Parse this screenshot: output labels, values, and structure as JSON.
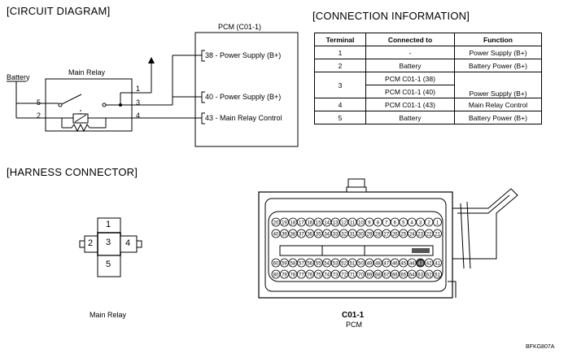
{
  "titles": {
    "circuit": "[CIRCUIT DIAGRAM]",
    "connection": "[CONNECTION INFORMATION]",
    "harness": "[HARNESS CONNECTOR]"
  },
  "circuit": {
    "pcm_title": "PCM (C01-1)",
    "battery_label": "Battery",
    "relay_label": "Main Relay",
    "pcm_pins": [
      "38 - Power Supply (B+)",
      "40 - Power Supply (B+)",
      "43 - Main Relay Control"
    ],
    "relay_pins": [
      "1",
      "3",
      "4",
      "5",
      "2"
    ]
  },
  "table": {
    "headers": [
      "Terminal",
      "Connected to",
      "Function"
    ],
    "rows": [
      {
        "terminal": "1",
        "connected": "-",
        "function": "Power Supply (B+)"
      },
      {
        "terminal": "2",
        "connected": "Battery",
        "function": "Battery Power (B+)"
      },
      {
        "terminal": "3",
        "connected": "PCM C01-1 (38)",
        "connected2": "PCM C01-1 (40)",
        "function": "Power Supply (B+)"
      },
      {
        "terminal": "4",
        "connected": "PCM C01-1 (43)",
        "function": "Main Relay Control"
      },
      {
        "terminal": "5",
        "connected": "Battery",
        "function": "Battery Power (B+)"
      }
    ]
  },
  "harness": {
    "relay_pins": [
      "1",
      "2",
      "3",
      "4",
      "5"
    ],
    "relay_caption": "Main Relay",
    "pcm_code": "C01-1",
    "pcm_caption": "PCM",
    "row1": [
      "20",
      "19",
      "18",
      "17",
      "16",
      "15",
      "14",
      "13",
      "12",
      "11",
      "10",
      "9",
      "8",
      "7",
      "6",
      "5",
      "4",
      "3",
      "2",
      "1"
    ],
    "row2": [
      "40",
      "39",
      "38",
      "37",
      "36",
      "35",
      "34",
      "33",
      "32",
      "31",
      "30",
      "29",
      "28",
      "27",
      "26",
      "25",
      "24",
      "23",
      "22",
      "21"
    ],
    "row3": [
      "60",
      "59",
      "58",
      "57",
      "56",
      "55",
      "54",
      "53",
      "52",
      "51",
      "50",
      "49",
      "48",
      "47",
      "46",
      "45",
      "44",
      "43",
      "42",
      "41"
    ],
    "row4": [
      "80",
      "79",
      "78",
      "77",
      "76",
      "75",
      "74",
      "73",
      "72",
      "71",
      "70",
      "69",
      "68",
      "67",
      "66",
      "65",
      "64",
      "63",
      "62",
      "61"
    ]
  },
  "figure_code": "BFKG807A"
}
